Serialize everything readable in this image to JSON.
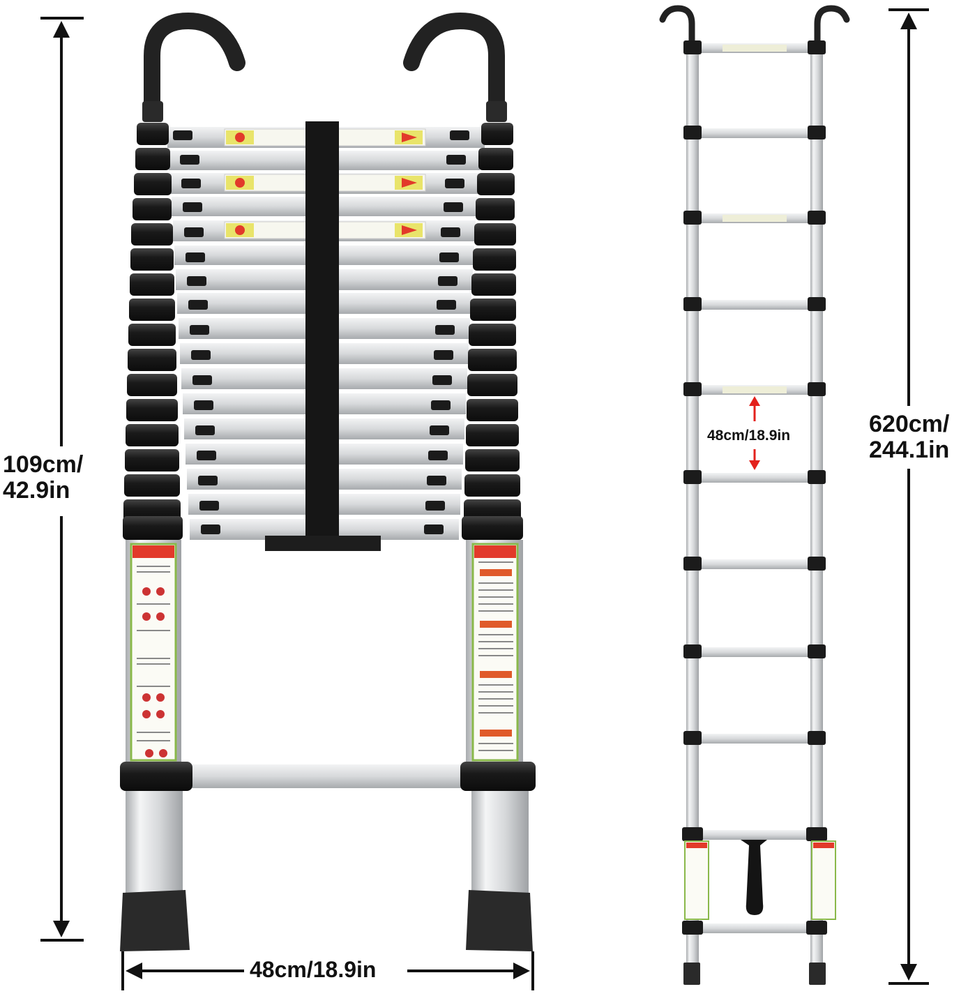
{
  "labels": {
    "collapsed_height_line1": "109cm/",
    "collapsed_height_line2": "42.9in",
    "width": "48cm/18.9in",
    "step_spacing": "48cm/18.9in",
    "extended_height_line1": "620cm/",
    "extended_height_line2": "244.1in"
  },
  "colors": {
    "aluminum": "#d8dadc",
    "black_plastic": "#1e1e1e",
    "warning_red": "#e23a2a",
    "warning_yellow": "#e9e46a",
    "dimension_arrow": "#111111",
    "spacing_arrow": "#e3211c"
  }
}
